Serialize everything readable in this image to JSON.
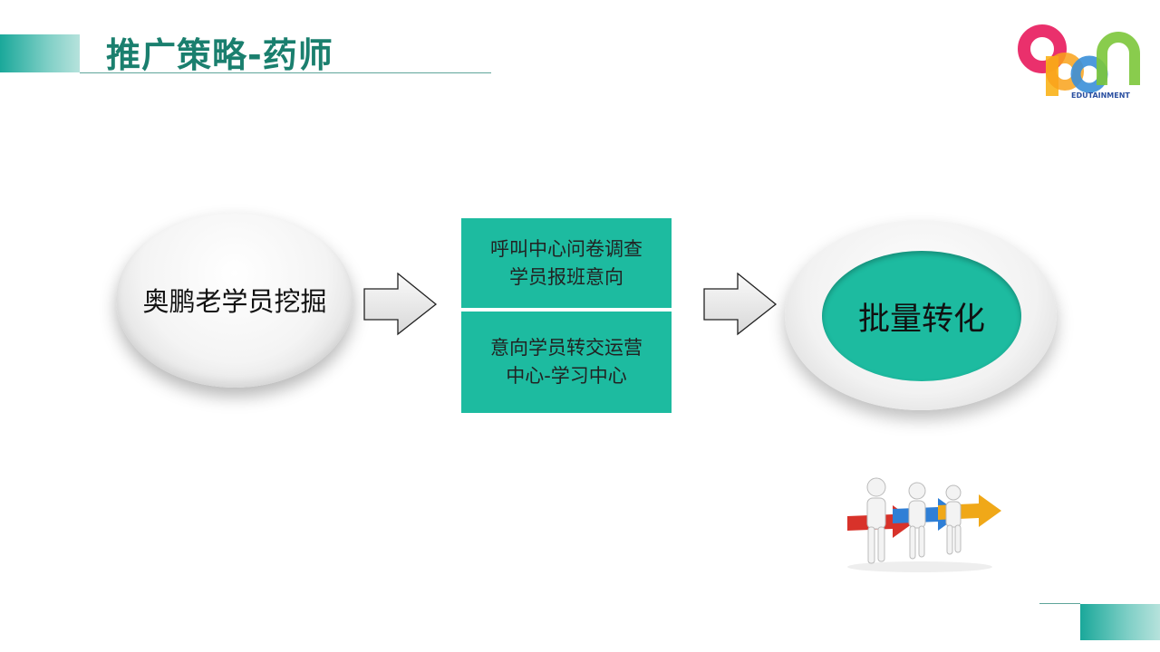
{
  "slide": {
    "title": "推广策略-药师",
    "logo": {
      "text": "OPEN",
      "subtext": "EDUTAINMENT"
    }
  },
  "flow": {
    "start": "奥鹏老学员挖掘",
    "steps": [
      {
        "line1": "呼叫中心问卷调查",
        "line2": "学员报班意向"
      },
      {
        "line1": "意向学员转交运营",
        "line2": "中心-学习中心"
      }
    ],
    "result": "批量转化"
  },
  "colors": {
    "accent": "#1dbba0",
    "title": "#1a7f6e"
  }
}
